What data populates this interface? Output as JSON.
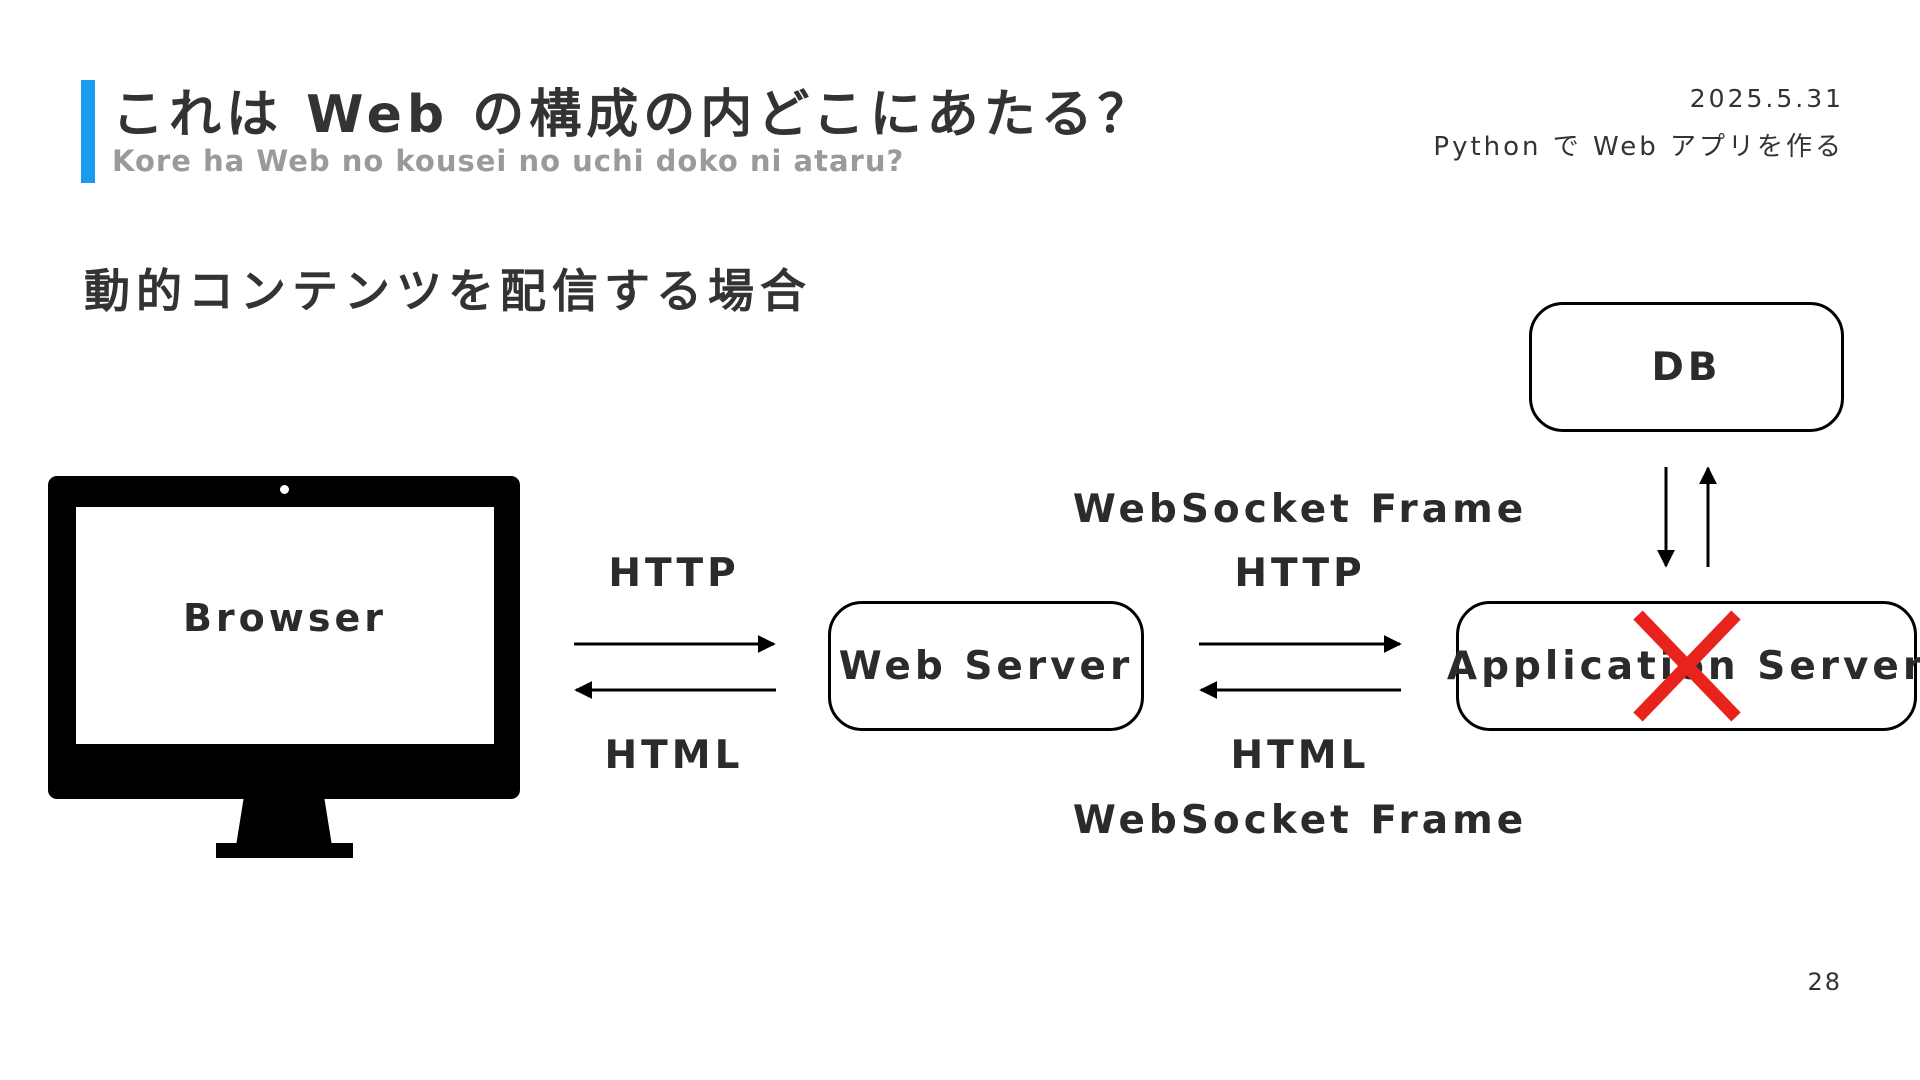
{
  "header": {
    "title": "これは Web の構成の内どこにあたる？",
    "subtitle": "Kore ha Web no kousei no uchi doko ni ataru?",
    "date": "2025.5.31",
    "course": "Python で Web アプリを作る"
  },
  "heading": "動的コンテンツを配信する場合",
  "diagram": {
    "browser_label": "Browser",
    "web_server_label": "Web Server",
    "app_server_label": "Application Server",
    "db_label": "DB",
    "left_request_label": "HTTP",
    "left_response_label": "HTML",
    "right_request_label_1": "WebSocket Frame",
    "right_request_label_2": "HTTP",
    "right_response_label_1": "HTML",
    "right_response_label_2": "WebSocket Frame",
    "cross_color": "#e8231c"
  },
  "footer": {
    "page_number": "28"
  },
  "colors": {
    "accent": "#1a9af0",
    "text": "#333333",
    "subtitle": "#9a9a9a"
  }
}
